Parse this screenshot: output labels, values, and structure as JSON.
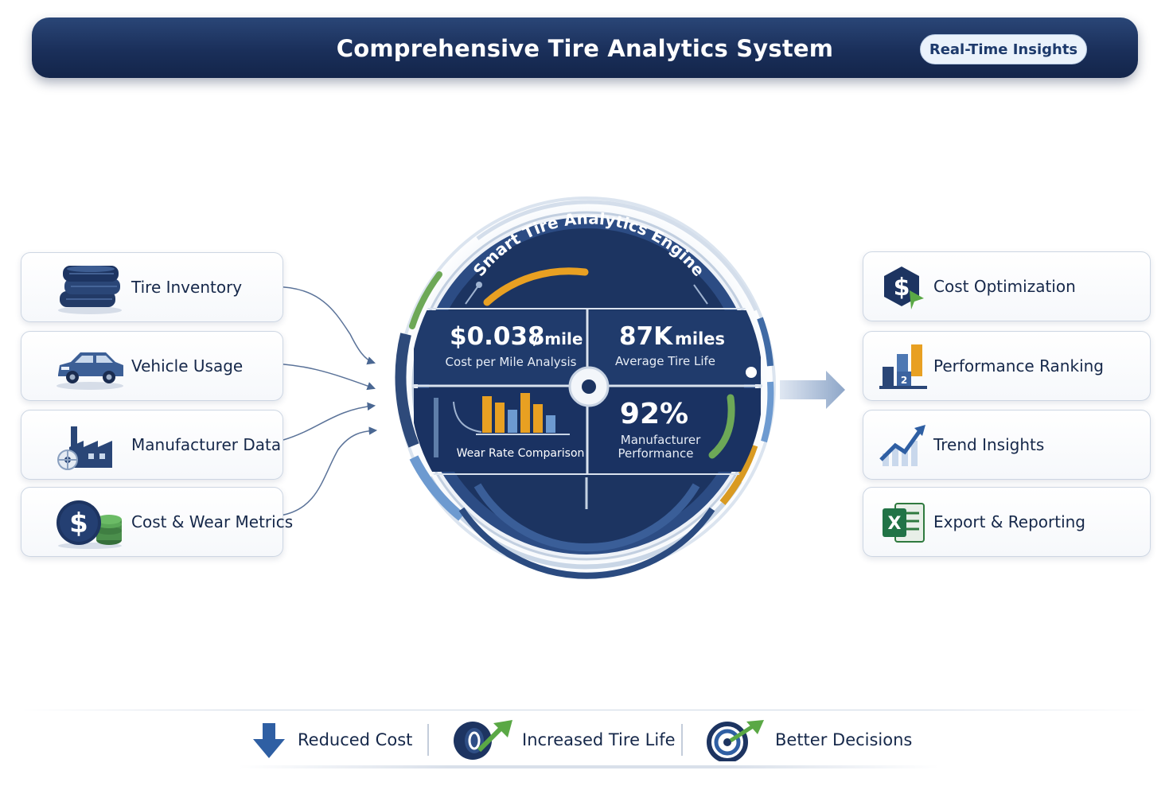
{
  "header": {
    "title": "Comprehensive Tire Analytics System",
    "badge": "Real-Time Insights"
  },
  "inputs": [
    {
      "label": "Tire Inventory",
      "icon": "tire-stack-icon"
    },
    {
      "label": "Vehicle Usage",
      "icon": "car-icon"
    },
    {
      "label": "Manufacturer Data",
      "icon": "factory-icon"
    },
    {
      "label": "Cost & Wear Metrics",
      "icon": "coins-icon"
    }
  ],
  "engine": {
    "title": "Smart Tire Analytics Engine",
    "metrics": {
      "cost_value": "$0.038",
      "cost_unit": "/ mile",
      "cost_caption": "Cost per Mile Analysis",
      "life_value": "87K",
      "life_unit": "miles",
      "life_caption": "Average Tire Life",
      "wear_caption": "Wear Rate Comparison",
      "perf_value": "92%",
      "perf_caption_line1": "Manufacturer",
      "perf_caption_line2": "Performance"
    }
  },
  "outputs": [
    {
      "label": "Cost Optimization",
      "icon": "dollar-hexagon-icon"
    },
    {
      "label": "Performance Ranking",
      "icon": "podium-icon"
    },
    {
      "label": "Trend Insights",
      "icon": "trend-chart-icon"
    },
    {
      "label": "Export & Reporting",
      "icon": "excel-icon"
    }
  ],
  "footer": [
    {
      "label": "Reduced Cost",
      "icon": "down-arrow-icon"
    },
    {
      "label": "Increased Tire Life",
      "icon": "tire-arrow-icon"
    },
    {
      "label": "Better Decisions",
      "icon": "target-icon"
    }
  ],
  "colors": {
    "navy": "#1a2f5a",
    "accent_orange": "#e8a022",
    "accent_green": "#5aa845",
    "light_blue": "#6d9ad0"
  }
}
